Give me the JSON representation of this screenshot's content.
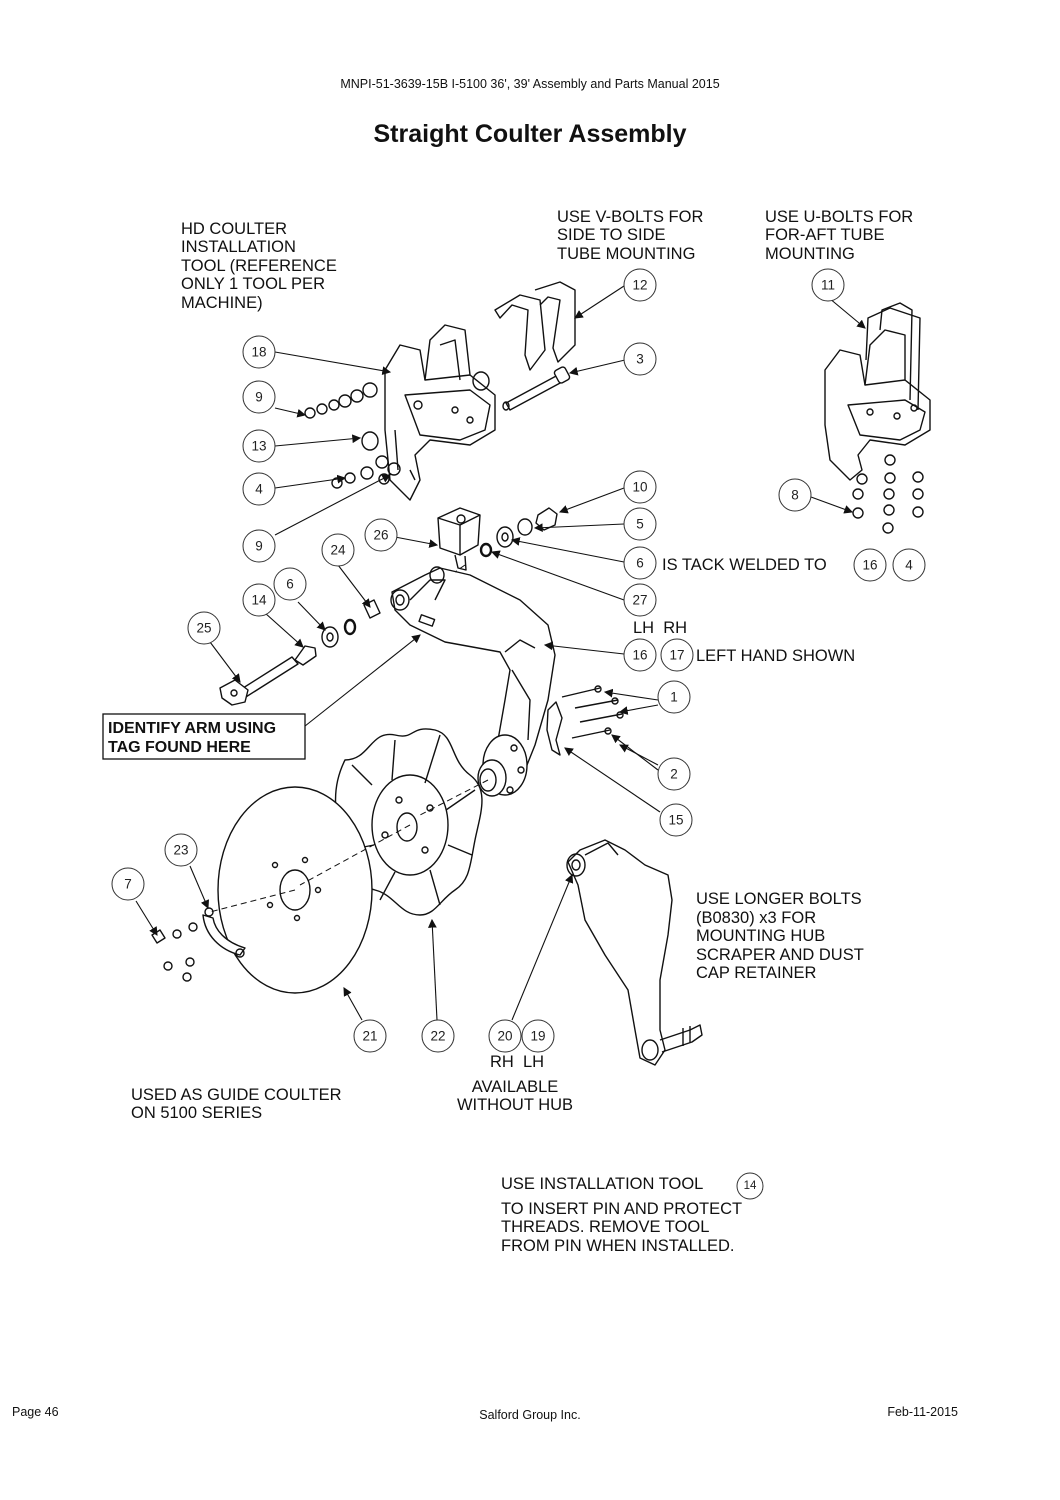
{
  "header": {
    "doc_title": "MNPI-51-3639-15B I-5100 36', 39' Assembly and Parts Manual 2015",
    "page_title": "Straight Coulter Assembly"
  },
  "notes": {
    "hd_tool": [
      "HD COULTER",
      "INSTALLATION",
      "TOOL (REFERENCE",
      "ONLY 1 TOOL PER",
      "MACHINE)"
    ],
    "v_bolts": [
      "USE V-BOLTS FOR",
      "SIDE TO SIDE",
      "TUBE MOUNTING"
    ],
    "u_bolts": [
      "USE U-BOLTS FOR",
      "FOR-AFT TUBE",
      "MOUNTING"
    ],
    "tack_welded": "IS TACK WELDED TO",
    "lh_rh_top": "LH  RH",
    "left_hand": "LEFT HAND SHOWN",
    "identify_arm": [
      "IDENTIFY ARM USING",
      "TAG FOUND HERE"
    ],
    "longer_bolts": [
      "USE LONGER BOLTS",
      "(B0830) x3 FOR",
      "MOUNTING HUB",
      "SCRAPER AND DUST",
      "CAP RETAINER"
    ],
    "rh_lh_bottom": "RH  LH",
    "available": [
      "AVAILABLE",
      "WITHOUT HUB"
    ],
    "guide_coulter": [
      "USED AS GUIDE COULTER",
      "ON 5100 SERIES"
    ],
    "install_tool_1": "USE INSTALLATION TOOL",
    "install_tool_2": [
      "TO INSERT PIN AND PROTECT",
      "THREADS. REMOVE TOOL",
      "FROM PIN WHEN INSTALLED."
    ]
  },
  "callouts": {
    "c12": "12",
    "c11": "11",
    "c3": "3",
    "c18": "18",
    "c9a": "9",
    "c13": "13",
    "c4a": "4",
    "c9b": "9",
    "c8": "8",
    "c10": "10",
    "c5": "5",
    "c26": "26",
    "c6a": "6",
    "c16a": "16",
    "c4b": "4",
    "c24": "24",
    "c27": "27",
    "c6b": "6",
    "c14": "14",
    "c25": "25",
    "c16b": "16",
    "c17": "17",
    "c1": "1",
    "c2": "2",
    "c15": "15",
    "c23": "23",
    "c7": "7",
    "c21": "21",
    "c22": "22",
    "c20": "20",
    "c19": "19",
    "c14b": "14"
  },
  "footer": {
    "page": "Page 46",
    "company": "Salford Group Inc.",
    "date": "Feb-11-2015"
  }
}
